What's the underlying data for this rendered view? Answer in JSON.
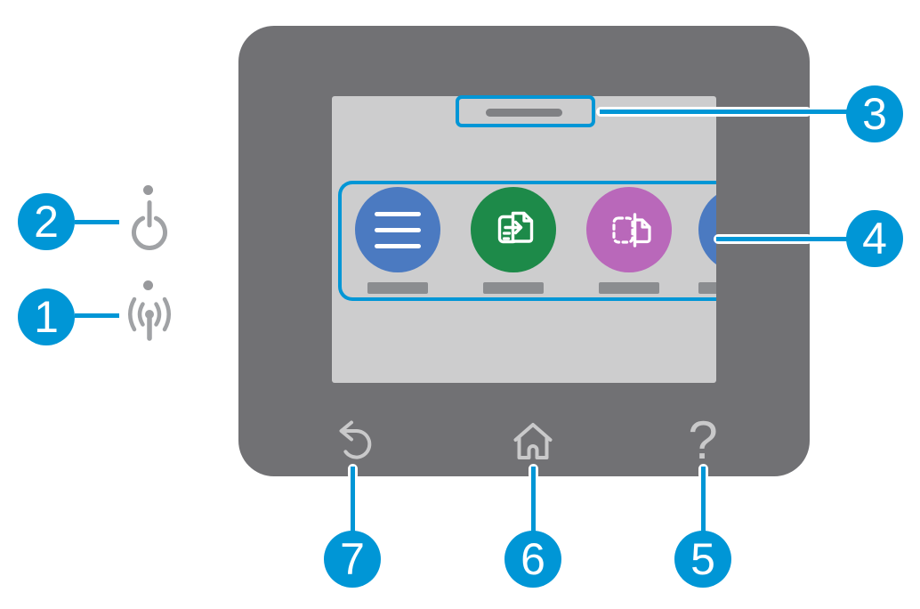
{
  "figure": {
    "subject": "printer-control-panel-diagram"
  },
  "colors": {
    "accent_callout_blue": "#0096d6",
    "panel_gray": "#717174",
    "screen_gray": "#cdcdce",
    "status_pill_gray": "#808184",
    "app_label_bar_gray": "#8b8d90",
    "panel_icon_light_gray": "#c9c9ca",
    "side_icon_gray": "#a0a2a5",
    "led_gray": "#98999c",
    "app_menu_blue": "#4b7ac1",
    "app_copy_green": "#1d8a49",
    "app_scan_magenta": "#b968ba"
  },
  "callouts": {
    "wireless": "1",
    "power": "2",
    "status_bar": "3",
    "apps_row": "4",
    "help": "5",
    "home": "6",
    "back": "7"
  },
  "screen": {
    "status_bar": {
      "icon": "status-bar-pill"
    },
    "apps": [
      {
        "name": "menu",
        "icon": "menu-icon",
        "color": "#4b7ac1"
      },
      {
        "name": "copy",
        "icon": "copy-icon",
        "color": "#1d8a49"
      },
      {
        "name": "scan",
        "icon": "scan-icon",
        "color": "#b968ba"
      },
      {
        "name": "next-app-partial",
        "icon": "app-circle-partial-icon",
        "color": "#4b7ac1"
      }
    ]
  },
  "side_indicators": [
    {
      "name": "power",
      "icon": "power-icon",
      "led": "led-dot"
    },
    {
      "name": "wireless",
      "icon": "wireless-icon",
      "led": "led-dot"
    }
  ],
  "bottom_buttons": [
    {
      "name": "back",
      "icon": "back-arrow-icon"
    },
    {
      "name": "home",
      "icon": "home-icon"
    },
    {
      "name": "help",
      "icon": "question-mark-icon",
      "glyph": "?"
    }
  ]
}
